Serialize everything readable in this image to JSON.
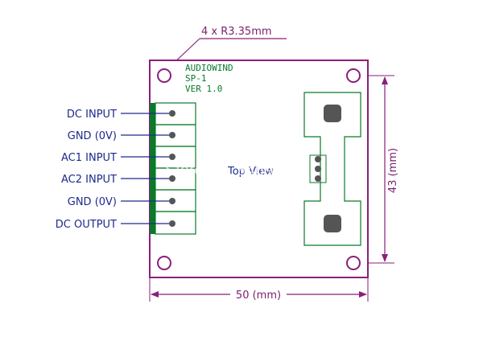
{
  "annotations": {
    "holes": "4 x R3.35mm",
    "width": "50 (mm)",
    "height": "43 (mm)"
  },
  "board": {
    "name": "AUDIOWIND",
    "model": "SP-1",
    "version": "VER 1.0",
    "view_label": "Top View"
  },
  "pins": [
    {
      "label": "DC INPUT"
    },
    {
      "label": "GND (0V)"
    },
    {
      "label": "AC1 INPUT"
    },
    {
      "label": "AC2 INPUT"
    },
    {
      "label": "GND (0V)"
    },
    {
      "label": "DC OUTPUT"
    }
  ],
  "watermark": "Store No. 846979",
  "colors": {
    "board_outline": "#8a1f7a",
    "silkscreen": "#0a7a2a",
    "labels": "#1d2a8c",
    "dimension": "#8a1f7a"
  }
}
